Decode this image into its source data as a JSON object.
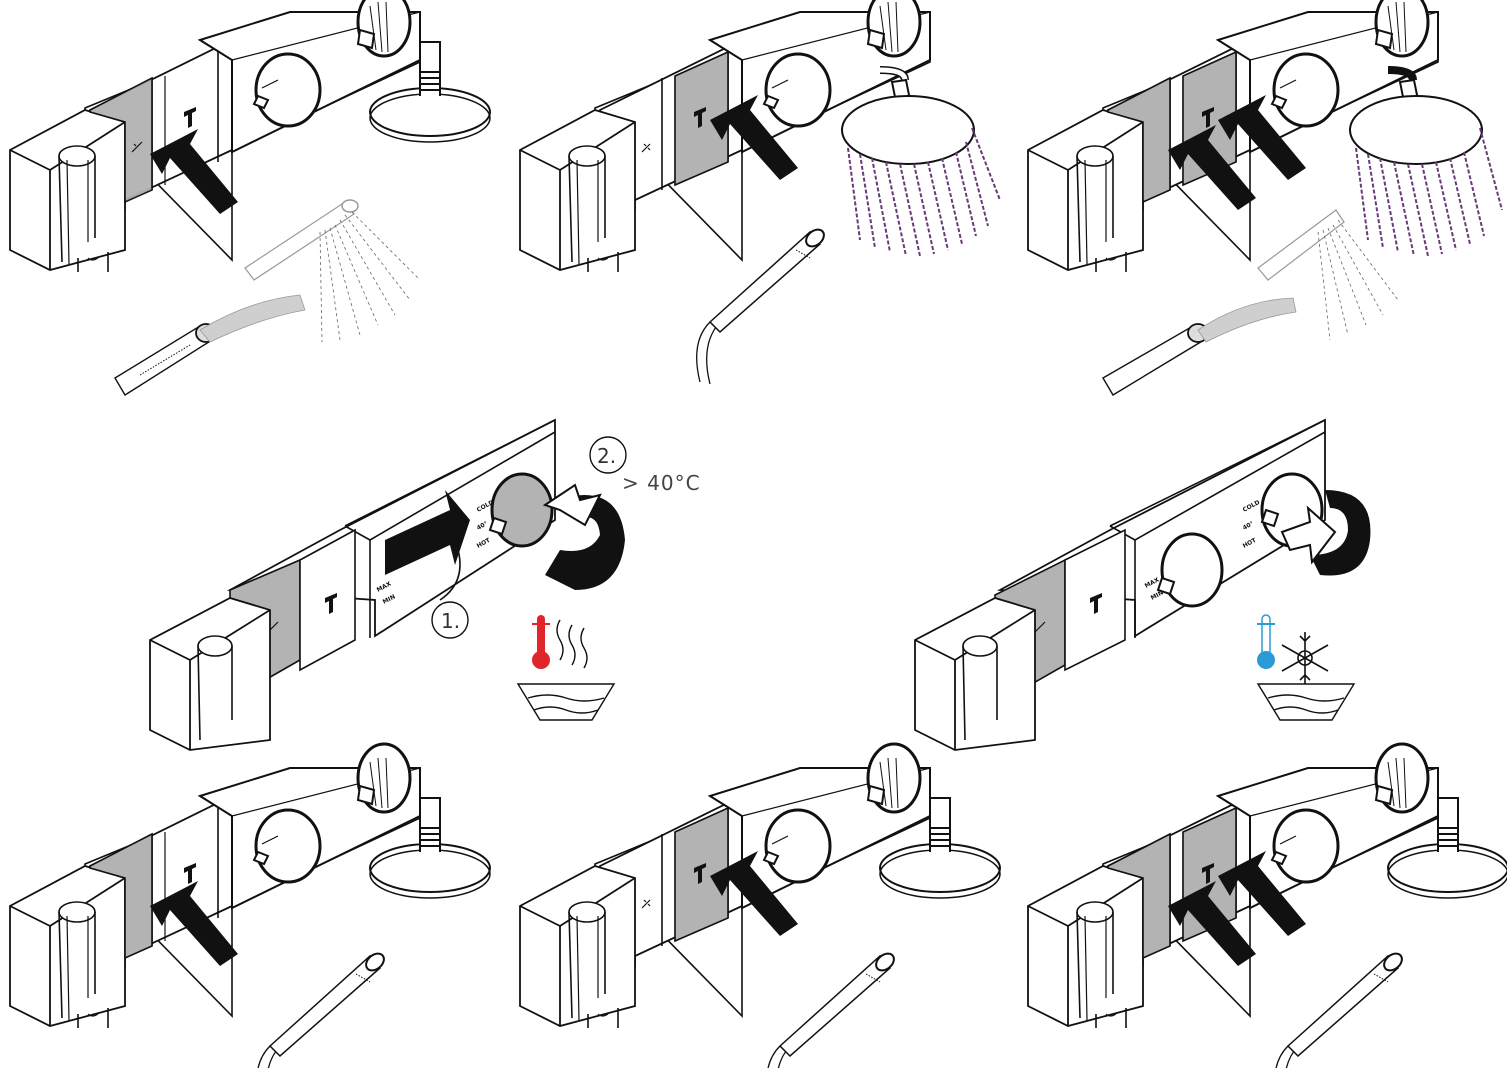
{
  "labels": {
    "cold": "COLD",
    "forty": "40°",
    "hot": "HOT",
    "max": "MAX",
    "min": "MIN",
    "thermo_button": "T"
  },
  "steps": {
    "step1": "1.",
    "step2": "2.",
    "temperature_note": "> 40°C"
  },
  "colors": {
    "outline": "#111111",
    "pressed_button": "#b3b3b3",
    "hot_indicator": "#e0262b",
    "cold_indicator": "#2a9bd6",
    "spray_head": "#6a3a78",
    "hose_highlight": "#cfcfcf"
  },
  "icons": [
    "hand-shower-icon",
    "thermostat-t-icon",
    "press-arrow-icon",
    "rotate-arrow-icon",
    "hot-thermometer-icon",
    "cold-thermometer-icon",
    "snowflake-icon",
    "steam-icon",
    "water-basin-icon"
  ]
}
